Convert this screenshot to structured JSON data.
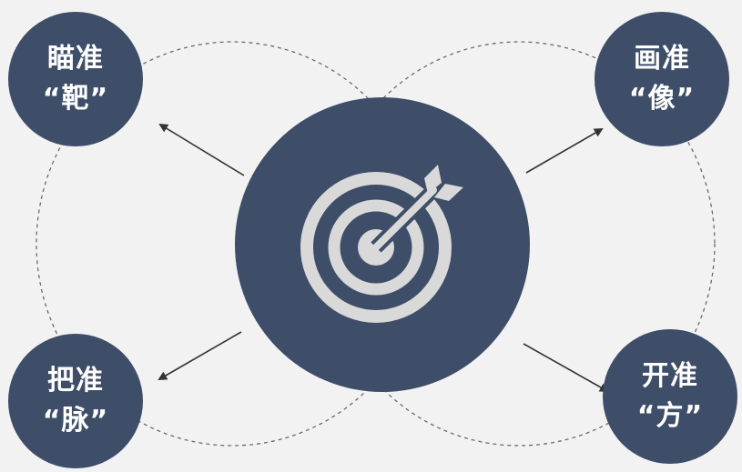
{
  "center": {
    "icon": "target-arrow-icon"
  },
  "nodes": {
    "top_left": {
      "line1": "瞄准",
      "line2": "“靶”"
    },
    "top_right": {
      "line1": "画准",
      "line2": "“像”"
    },
    "bottom_left": {
      "line1": "把准",
      "line2": "“脉”"
    },
    "bottom_right": {
      "line1": "开准",
      "line2": "“方”"
    }
  },
  "colors": {
    "background": "#f2f2f2",
    "circle": "#3e4d68",
    "icon": "#d9d9d9",
    "text": "#ffffff",
    "dashed_line": "#6b6b6b",
    "arrow": "#333333"
  }
}
